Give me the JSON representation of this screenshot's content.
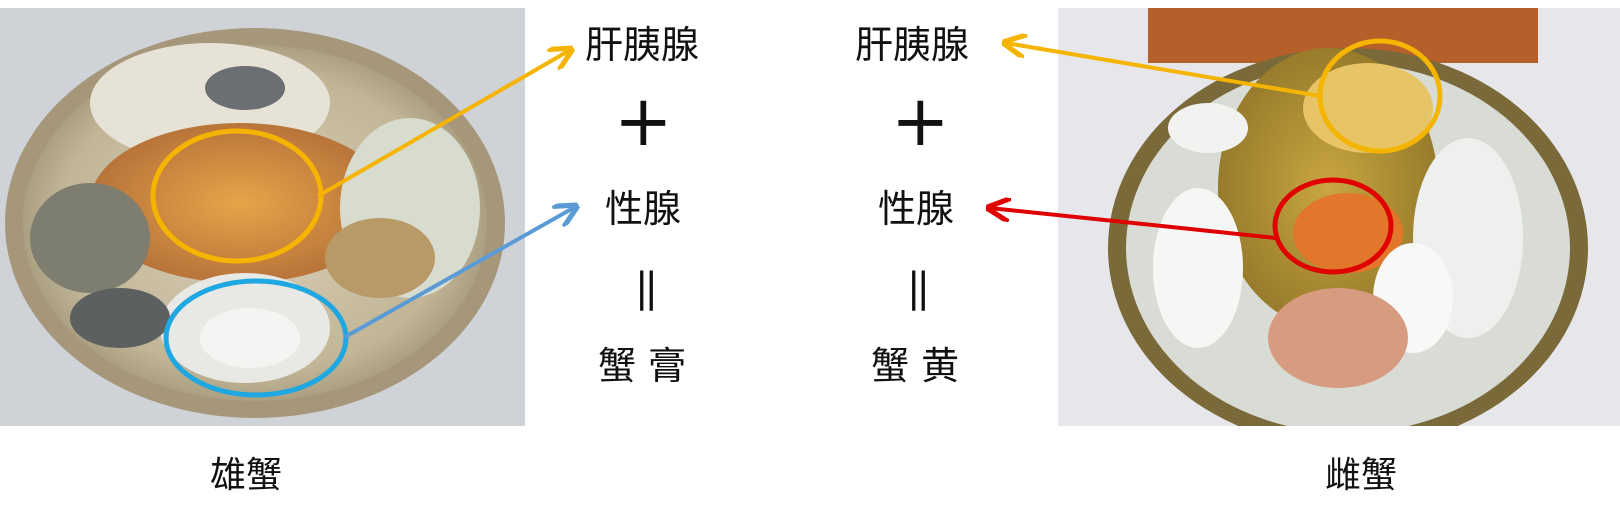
{
  "male": {
    "caption": "雄蟹",
    "hepatopancreas": "肝胰腺",
    "plus": "+",
    "gonad": "性腺",
    "equals": "||",
    "result": "蟹 膏"
  },
  "female": {
    "caption": "雌蟹",
    "hepatopancreas": "肝胰腺",
    "plus": "+",
    "gonad": "性腺",
    "equals": "||",
    "result": "蟹 黄"
  },
  "colors": {
    "hepatopancreas_arrow": "#F5B400",
    "male_gonad_arrow": "#5B9BD5",
    "male_gonad_circle": "#1EA7E1",
    "female_gonad_arrow": "#E00000"
  },
  "icons": [
    "arrow-icon",
    "circle-highlight-icon"
  ]
}
